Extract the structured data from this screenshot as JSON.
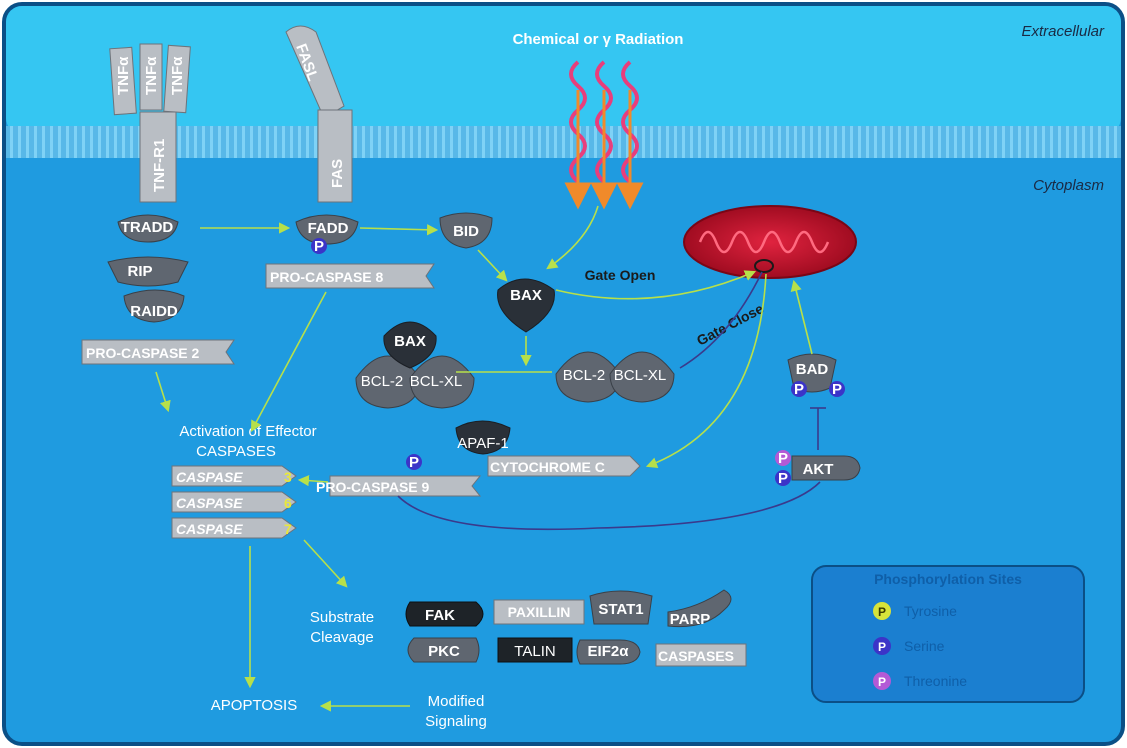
{
  "regions": {
    "extracellular": "Extracellular",
    "cytoplasm": "Cytoplasm"
  },
  "stimulus": "Chemical or γ Radiation",
  "receptors": {
    "tnf_ligand": [
      "TNFα",
      "TNFα",
      "TNFα"
    ],
    "tnfr1": "TNF-R1",
    "fasl": "FASL",
    "fas": "FAS"
  },
  "nodes": {
    "tradd": "TRADD",
    "rip": "RIP",
    "raidd": "RAIDD",
    "pro_caspase_2": "PRO-CASPASE 2",
    "fadd": "FADD",
    "pro_caspase_8": "PRO-CASPASE 8",
    "bid": "BID",
    "bax_top": "BAX",
    "bax_complex": "BAX",
    "bcl2_left": "BCL-2",
    "bclxl_left": "BCL-XL",
    "bcl2_right": "BCL-2",
    "bclxl_right": "BCL-XL",
    "bad": "BAD",
    "akt": "AKT",
    "apaf1": "APAF-1",
    "cytochrome_c": "CYTOCHROME C",
    "pro_caspase_9": "PRO-CASPASE 9",
    "p": "P"
  },
  "labels": {
    "gate_open": "Gate Open",
    "gate_close": "Gate Close",
    "activation": [
      "Activation of Effector",
      "CASPASES"
    ],
    "substrate": [
      "Substrate",
      "Cleavage"
    ],
    "modified": [
      "Modified",
      "Signaling"
    ],
    "apoptosis": "APOPTOSIS"
  },
  "caspases": [
    {
      "name": "CASPASE",
      "num": "3"
    },
    {
      "name": "CASPASE",
      "num": "6"
    },
    {
      "name": "CASPASE",
      "num": "7"
    }
  ],
  "substrates": {
    "fak": "FAK",
    "paxillin": "PAXILLIN",
    "stat1": "STAT1",
    "parp": "PARP",
    "pkc": "PKC",
    "talin": "TALIN",
    "eif2a": "EIF2α",
    "caspases": "CASPASES"
  },
  "legend": {
    "title": "Phosphorylation Sites",
    "items": [
      {
        "symbol": "P",
        "label": "Tyrosine",
        "color": "#d7e33a"
      },
      {
        "symbol": "P",
        "label": "Serine",
        "color": "#3b34c8"
      },
      {
        "symbol": "P",
        "label": "Threonine",
        "color": "#b35ad6"
      }
    ]
  },
  "colors": {
    "extracellular": "#35c6f2",
    "cytoplasm": "#1f9be0",
    "arrow": "#b7e04a",
    "inhibition": "#3a3a8c",
    "mitochondrion": "#c0102a"
  }
}
